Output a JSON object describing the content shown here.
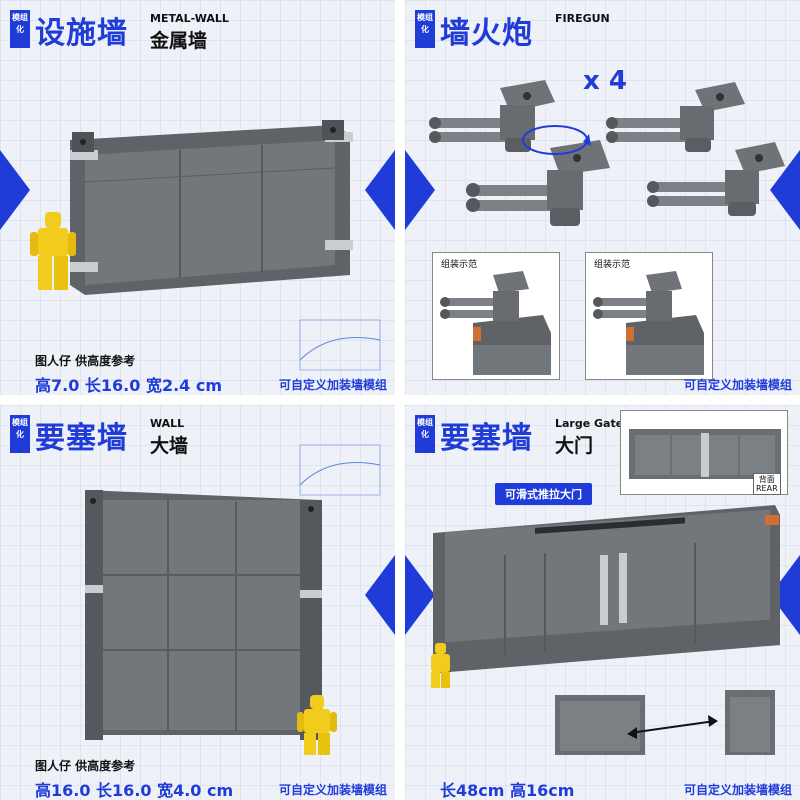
{
  "panels": [
    {
      "badge": "模组化",
      "title_cn": "设施墙",
      "title_en": "METAL-WALL",
      "title_sub": "金属墙",
      "note": "图人仔 供高度参考",
      "dims": "高7.0 长16.0 宽2.4 cm",
      "custom": "可自定义加装墙模组"
    },
    {
      "badge": "模组化",
      "title_cn": "墙火炮",
      "title_en": "FIREGUN",
      "quantity": "x 4",
      "inset_left": "组装示范",
      "inset_right": "组装示范",
      "custom": "可自定义加装墙模组"
    },
    {
      "badge": "模组化",
      "title_cn": "要塞墙",
      "title_en": "WALL",
      "title_sub": "大墙",
      "note": "图人仔 供高度参考",
      "dims": "高16.0 长16.0 宽4.0 cm",
      "custom": "可自定义加装墙模组"
    },
    {
      "badge": "模组化",
      "title_cn": "要塞墙",
      "title_en": "Large Gate",
      "title_sub": "大门",
      "rear_cn": "背面",
      "rear_en": "REAR",
      "slide_pill": "可滑式推拉大门",
      "dims": "长48cm 高16cm",
      "custom": "可自定义加装墙模组"
    }
  ],
  "colors": {
    "accent": "#1f3cd9",
    "brick_gray": "#6f7378",
    "brick_light": "#8a8f95",
    "figure_yellow": "#f2cc1c"
  }
}
